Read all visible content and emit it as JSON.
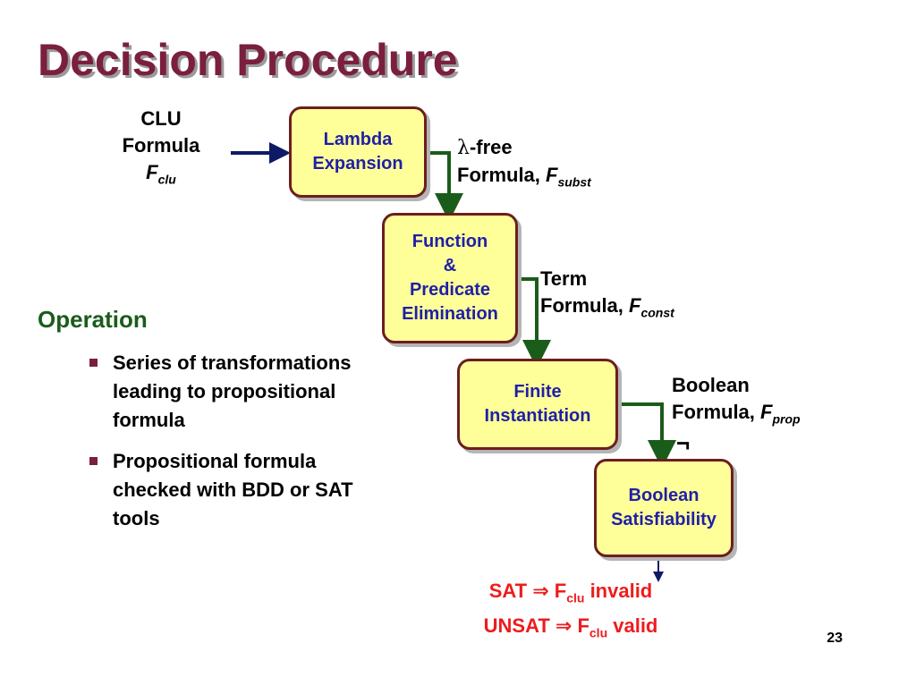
{
  "title": "Decision Procedure",
  "input": {
    "line1": "CLU",
    "line2": "Formula",
    "var": "F",
    "sub": "clu"
  },
  "boxes": {
    "lambda": [
      "Lambda",
      "Expansion"
    ],
    "function": [
      "Function",
      "&",
      "Predicate",
      "Elimination"
    ],
    "finite": [
      "Finite",
      "Instantiation"
    ],
    "boolsat": [
      "Boolean",
      "Satisfiability"
    ]
  },
  "outputs": {
    "lambda_free": {
      "sym": "λ",
      "line1": "-free",
      "line2": "Formula, ",
      "var": "F",
      "sub": "subst"
    },
    "term": {
      "line1": "Term",
      "line2": "Formula, ",
      "var": "F",
      "sub": "const"
    },
    "boolean": {
      "line1": "Boolean",
      "line2": "Formula, ",
      "var": "F",
      "sub": "prop",
      "neg": "¬"
    }
  },
  "operation": {
    "heading": "Operation",
    "bullets": [
      "Series of transformations leading to propositional formula",
      "Propositional formula checked with BDD or SAT tools"
    ]
  },
  "results": {
    "sat": {
      "pre": "SAT ",
      "arrow": "⇒",
      "f": " F",
      "sub": "clu",
      "post": " invalid"
    },
    "unsat": {
      "pre": "UNSAT ",
      "arrow": "⇒",
      "f": " F",
      "sub": "clu",
      "post": " valid"
    }
  },
  "page_number": "23",
  "colors": {
    "title": "#7a1f3d",
    "box_fill": "#ffff99",
    "box_border": "#6b1f1f",
    "box_text": "#1f1fa8",
    "arrow_green": "#1a5c1a",
    "input_arrow": "#0d1a66",
    "result_red": "#ee1c1c"
  }
}
